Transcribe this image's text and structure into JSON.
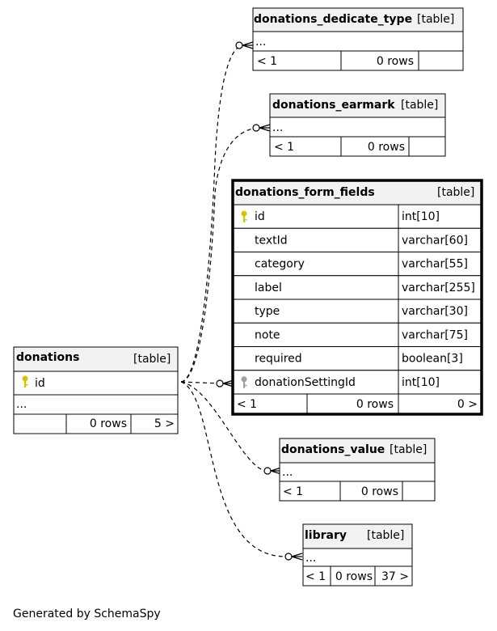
{
  "footer": "Generated by SchemaSpy",
  "tables": {
    "dedicate": {
      "name": "donations_dedicate_type",
      "tag": "[table]",
      "ellipsis": "...",
      "left": "< 1",
      "rows": "0 rows"
    },
    "earmark": {
      "name": "donations_earmark",
      "tag": "[table]",
      "ellipsis": "...",
      "left": "< 1",
      "rows": "0 rows"
    },
    "form": {
      "name": "donations_form_fields",
      "tag": "[table]",
      "columns": [
        {
          "name": "id",
          "type": "int[10]",
          "key": "primary"
        },
        {
          "name": "textId",
          "type": "varchar[60]",
          "key": ""
        },
        {
          "name": "category",
          "type": "varchar[55]",
          "key": ""
        },
        {
          "name": "label",
          "type": "varchar[255]",
          "key": ""
        },
        {
          "name": "type",
          "type": "varchar[30]",
          "key": ""
        },
        {
          "name": "note",
          "type": "varchar[75]",
          "key": ""
        },
        {
          "name": "required",
          "type": "boolean[3]",
          "key": ""
        },
        {
          "name": "donationSettingId",
          "type": "int[10]",
          "key": "foreign"
        }
      ],
      "left": "< 1",
      "rows": "0 rows",
      "right": "0 >"
    },
    "donations": {
      "name": "donations",
      "tag": "[table]",
      "col": "id",
      "ellipsis": "...",
      "rows": "0 rows",
      "right": "5 >"
    },
    "value": {
      "name": "donations_value",
      "tag": "[table]",
      "ellipsis": "...",
      "left": "< 1",
      "rows": "0 rows"
    },
    "library": {
      "name": "library",
      "tag": "[table]",
      "ellipsis": "...",
      "left": "< 1",
      "rows": "0 rows",
      "right": "37 >"
    }
  },
  "colors": {
    "header_bg": "#f2f2f2",
    "primary_key": "#d4c400",
    "foreign_key": "#a0a0a0"
  }
}
